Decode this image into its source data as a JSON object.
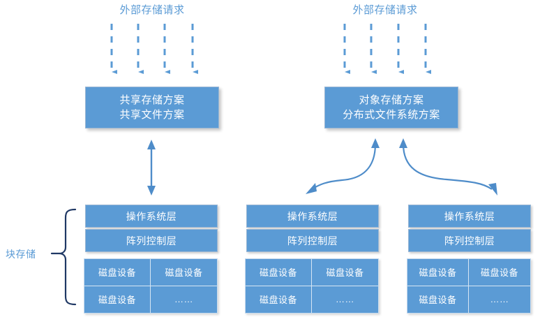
{
  "diagram": {
    "title_left": "外部存储请求",
    "title_right": "外部存储请求",
    "accent_color": "#5B9BD5",
    "box_fill": "#5B9BD5",
    "box_border": "#9BB7D4",
    "brace_color": "#1F3864",
    "label_color": "#5B9BD5",
    "text_color": "#FFFFFF",
    "background": "#FFFFFF"
  },
  "solutions": {
    "left": {
      "line1": "共享存储方案",
      "line2": "共享文件方案"
    },
    "right": {
      "line1": "对象存储方案",
      "line2": "分布式文件系统方案"
    }
  },
  "brace": {
    "label": "块存储"
  },
  "stacks": [
    {
      "id": "left-stack",
      "os_layer": "操作系统层",
      "array_layer": "阵列控制层",
      "disks": [
        "磁盘设备",
        "磁盘设备",
        "磁盘设备",
        "……"
      ]
    },
    {
      "id": "middle-stack",
      "os_layer": "操作系统层",
      "array_layer": "阵列控制层",
      "disks": [
        "磁盘设备",
        "磁盘设备",
        "磁盘设备",
        "……"
      ]
    },
    {
      "id": "right-stack",
      "os_layer": "操作系统层",
      "array_layer": "阵列控制层",
      "disks": [
        "磁盘设备",
        "磁盘设备",
        "磁盘设备",
        "……"
      ]
    }
  ],
  "connectors": {
    "request_arrows_left_count": 4,
    "request_arrows_right_count": 4,
    "left_vertical": "double-headed-straight",
    "right_curves": "double-headed-curved"
  }
}
